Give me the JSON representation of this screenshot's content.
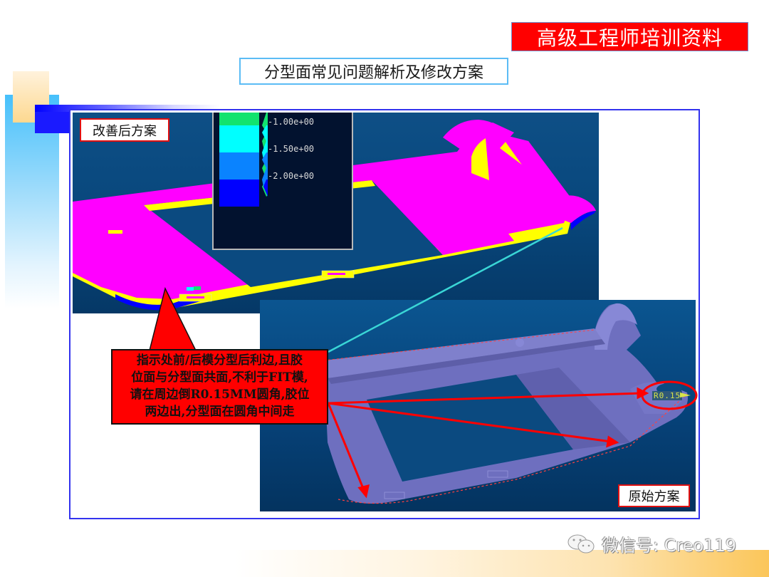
{
  "header": {
    "badge_text": "高级工程师培训资料",
    "badge_color": "#ff0000"
  },
  "slide": {
    "title": "分型面常见问题解析及修改方案"
  },
  "panels": {
    "after": {
      "label": "改善后方案",
      "legend": {
        "ticks": [
          "-1.00e+00",
          "-1.50e+00",
          "-2.00e+00"
        ],
        "colors": [
          "#12e36e",
          "#00ffff",
          "#0a83ff",
          "#0000ff"
        ]
      }
    },
    "original": {
      "label": "原始方案",
      "dimension": "R0.15"
    }
  },
  "callout": {
    "lines": [
      "指示处前/后模分型后利边,且胶",
      "位面与分型面共面,不利于FIT模,",
      "请在周边倒R0.15MM圆角,胶位",
      "两边出,分型面在圆角中间走"
    ]
  },
  "watermark": {
    "text": "微信号: Creo119"
  }
}
